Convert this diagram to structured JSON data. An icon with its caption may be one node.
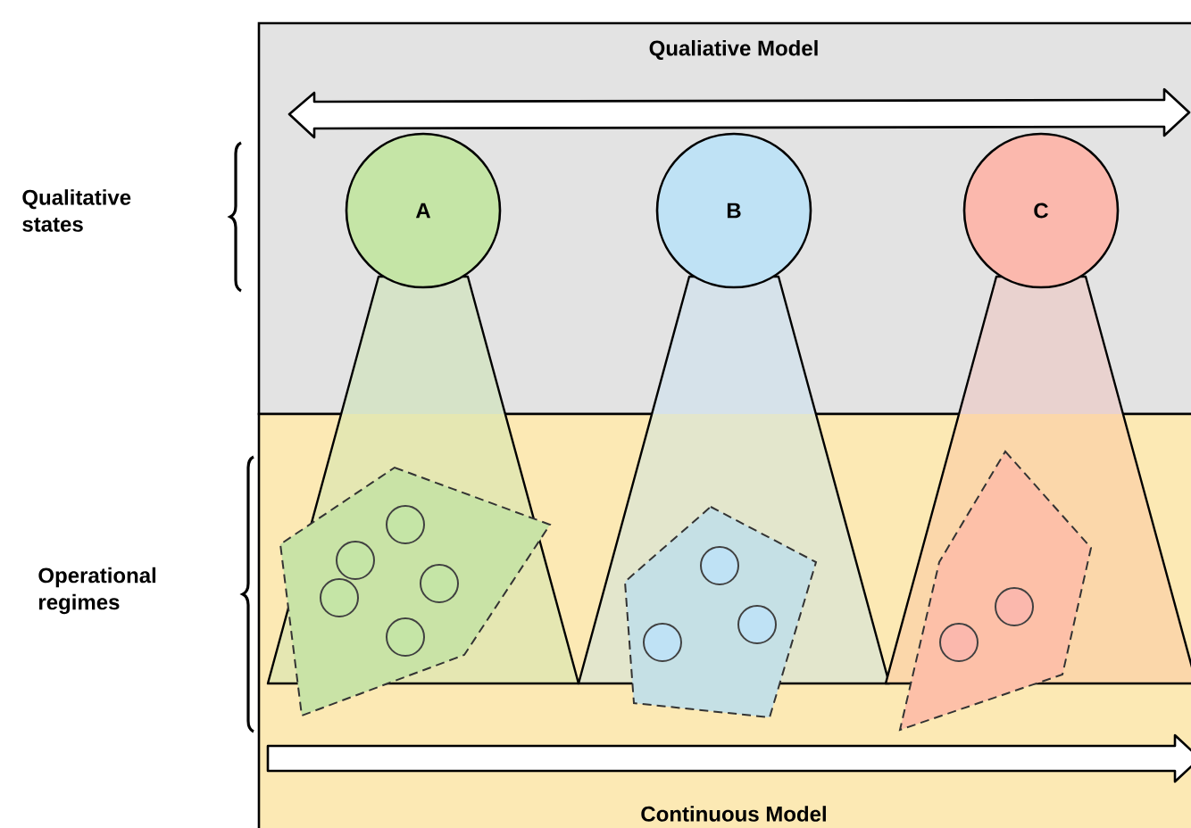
{
  "diagram": {
    "nodes": [
      {
        "text": [
          "Qualiative Model"
        ]
      },
      {
        "text": [
          "Continuous Model"
        ]
      },
      {
        "text": [
          "A"
        ],
        "in": 0
      },
      {
        "text": [
          "B"
        ],
        "in": 0
      },
      {
        "text": [
          "C"
        ],
        "in": 0
      }
    ],
    "labels": [
      "Qualitative states",
      "Operational regimes"
    ]
  }
}
